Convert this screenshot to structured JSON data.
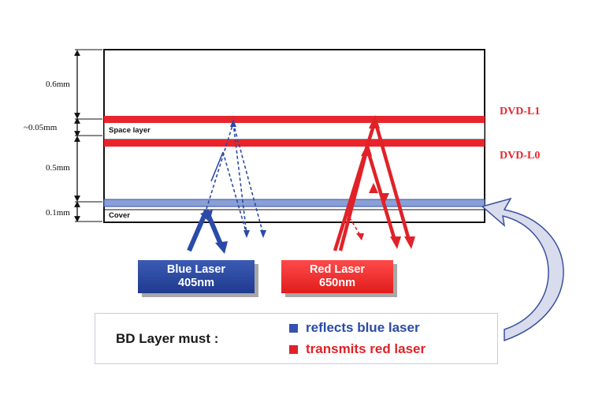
{
  "dimensions": {
    "top": "0.6mm",
    "space": "~0.05mm",
    "middle": "0.5mm",
    "cover": "0.1mm"
  },
  "layers": {
    "space": "Space layer",
    "cover": "Cover"
  },
  "dvd_labels": {
    "l1": "DVD-L1",
    "l0": "DVD-L0"
  },
  "lasers": {
    "blue": {
      "name": "Blue Laser",
      "wavelength": "405nm",
      "color": "#2b4aa8"
    },
    "red": {
      "name": "Red Laser",
      "wavelength": "650nm",
      "color": "#e02228"
    }
  },
  "requirement": {
    "title": "BD Layer must :",
    "items": [
      {
        "text": "reflects blue laser",
        "color": "#2b4aa8"
      },
      {
        "text": "transmits red laser",
        "color": "#e02228"
      }
    ]
  }
}
